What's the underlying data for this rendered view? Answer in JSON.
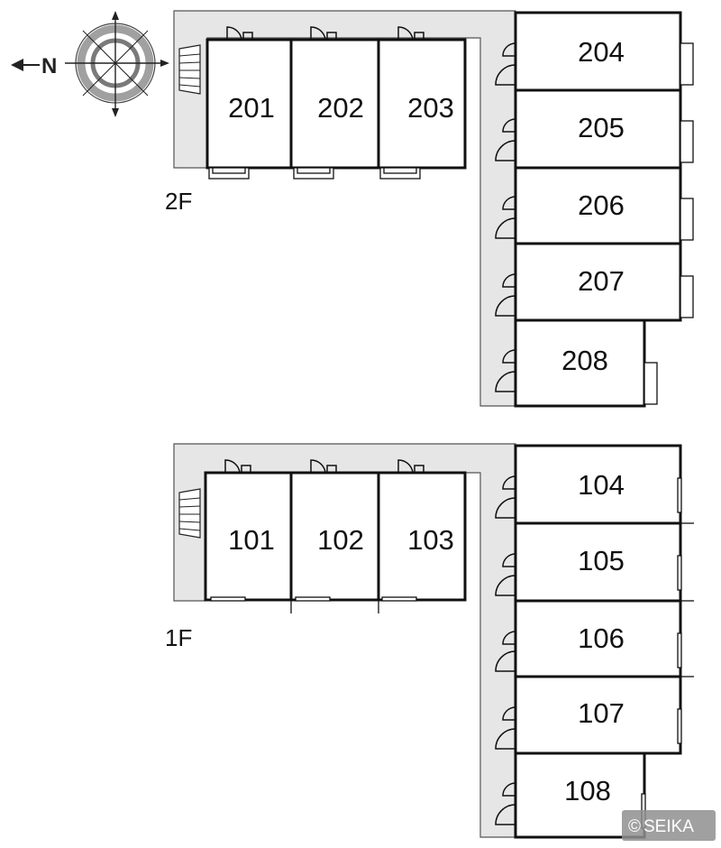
{
  "compass": {
    "north_label": "N",
    "icon": "compass-rose-icon"
  },
  "floors": [
    {
      "label": "2F",
      "rooms": [
        "201",
        "202",
        "203",
        "204",
        "205",
        "206",
        "207",
        "208"
      ]
    },
    {
      "label": "1F",
      "rooms": [
        "101",
        "102",
        "103",
        "104",
        "105",
        "106",
        "107",
        "108"
      ]
    }
  ],
  "copyright": {
    "symbol": "©",
    "text": "SEIKA"
  },
  "colors": {
    "corridor": "#e6e6e6",
    "wall": "#111111",
    "compass_ring": "#9a9a9a"
  }
}
